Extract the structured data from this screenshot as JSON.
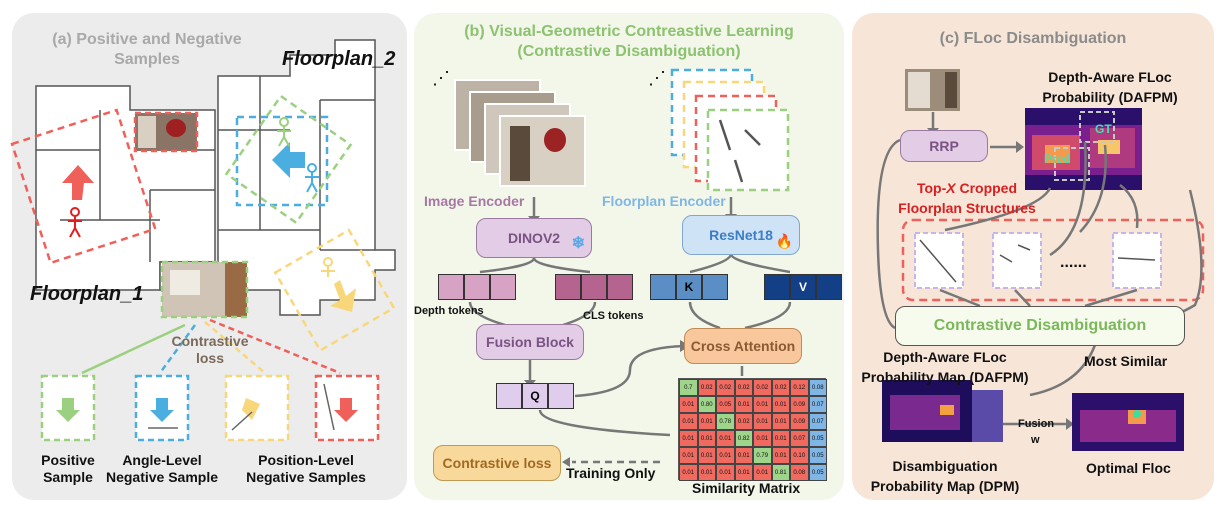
{
  "panel_a": {
    "title_line1": "(a) Positive and Negative",
    "title_line2": "Samples",
    "floorplan_1": "Floorplan_1",
    "floorplan_2": "Floorplan_2",
    "contrastive_line1": "Contrastive",
    "contrastive_line2": "loss",
    "positive_line1": "Positive",
    "positive_line2": "Sample",
    "angle_line1": "Angle-Level",
    "angle_line2": "Negative Sample",
    "position_line1": "Position-Level",
    "position_line2": "Negative Samples"
  },
  "panel_b": {
    "title_line1": "(b) Visual-Geometric Contreastive Learning",
    "title_line2": "(Contrastive Disambiguation)",
    "image_encoder": "Image Encoder",
    "floorplan_encoder": "Floorplan Encoder",
    "dinov2": "DINOV2",
    "resnet18": "ResNet18",
    "depth_tokens": "Depth tokens",
    "cls_tokens": "CLS tokens",
    "k": "K",
    "v": "V",
    "q": "Q",
    "fusion_block": "Fusion Block",
    "cross_attention": "Cross Attention",
    "contrastive_loss": "Contrastive loss",
    "training_only": "Training Only",
    "similarity_matrix": "Similarity Matrix",
    "ellipsis_dots": "⋰",
    "matrix_rows": [
      [
        "0.7",
        "0.02",
        "0.02",
        "0.02",
        "0.02",
        "0.02",
        "0.12",
        "0.08"
      ],
      [
        "0.01",
        "0.80",
        "0.05",
        "0.01",
        "0.01",
        "0.01",
        "0.09",
        "0.07"
      ],
      [
        "0.01",
        "0.01",
        "0.78",
        "0.02",
        "0.01",
        "0.01",
        "0.09",
        "0.07"
      ],
      [
        "0.01",
        "0.01",
        "0.01",
        "0.82",
        "0.01",
        "0.01",
        "0.07",
        "0.05"
      ],
      [
        "0.01",
        "0.01",
        "0.01",
        "0.01",
        "0.79",
        "0.01",
        "0.10",
        "0.05"
      ],
      [
        "0.01",
        "0.01",
        "0.01",
        "0.01",
        "0.01",
        "0.81",
        "0.08",
        "0.05"
      ]
    ],
    "colors": {
      "diag": "#9fd58a",
      "off": "#f06a60",
      "last": "#7fb6e6",
      "encoder_img": "#e2cce6",
      "encoder_fp": "#cfe3f6",
      "tok_depth": "#d7a3c4",
      "tok_cls": "#b5638f",
      "tok_k": "#5b8ec4",
      "tok_v": "#123f86",
      "tok_q": "#e0cdee",
      "cross_attn": "#f8c79b",
      "loss": "#f9d89c"
    }
  },
  "panel_c": {
    "title": "(c) FLoc Disambiguation",
    "dafpm_line1": "Depth-Aware FLoc",
    "dafpm_line2": "Probability (DAFPM)",
    "rrp": "RRP",
    "topx_line1": "Top-",
    "topx_x": "X",
    "topx_rest": " Cropped",
    "topx_line2": "Floorplan Structures",
    "gt": "GT",
    "pred": "Pred",
    "dots": "......",
    "contrastive_disambiguation": "Contrastive Disambiguation",
    "dafpm_map_line1": "Depth-Aware FLoc",
    "dafpm_map_line2": "Probability Map (DAFPM)",
    "most_similar": "Most Similar",
    "fusion": "Fusion",
    "w": "w",
    "dpm_line1": "Disambiguation",
    "dpm_line2": "Probability Map (DPM)",
    "optimal_floc": "Optimal Floc"
  }
}
